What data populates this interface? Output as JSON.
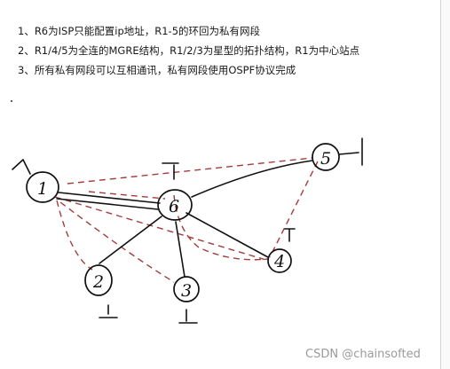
{
  "requirements": [
    "1、R6为ISP只能配置ip地址，R1-5的环回为私有网段",
    "2、R1/4/5为全连的MGRE结构，R1/2/3为星型的拓扑结构，R1为中心站点",
    "3、所有私有网段可以互相通讯，私有网段使用OSPF协议完成"
  ],
  "nodes": {
    "r1": "1",
    "r2": "2",
    "r3": "3",
    "r4": "4",
    "r5": "5",
    "r6": "6"
  },
  "watermark": "CSDN @chainsofted",
  "colors": {
    "ink": "#111111",
    "mgre_dashed": "#a33c3c",
    "watermark": "#9a9a9a"
  }
}
